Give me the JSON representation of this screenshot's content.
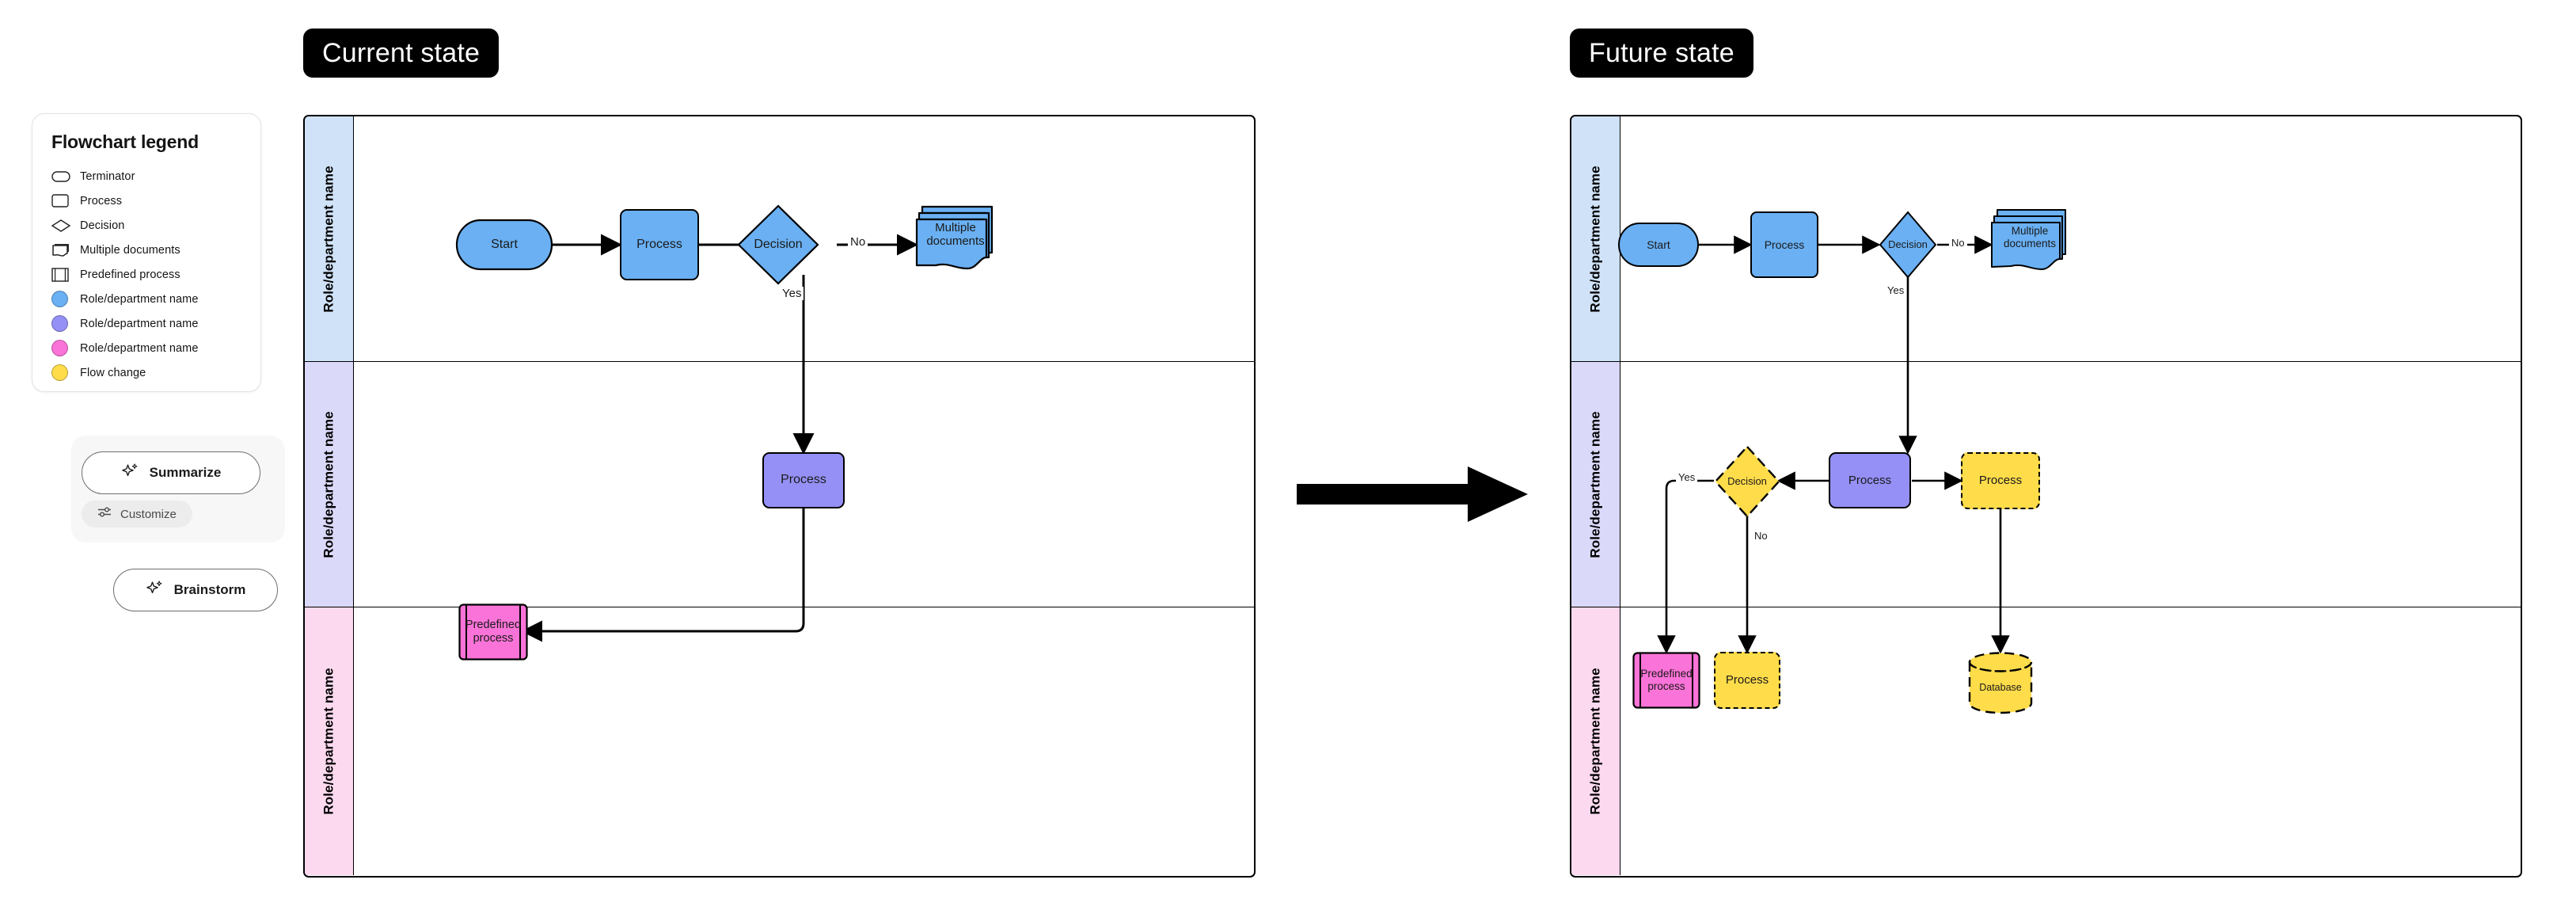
{
  "legend": {
    "title": "Flowchart legend",
    "items": [
      {
        "icon": "terminator-shape-icon",
        "label": "Terminator"
      },
      {
        "icon": "process-shape-icon",
        "label": "Process"
      },
      {
        "icon": "decision-shape-icon",
        "label": "Decision"
      },
      {
        "icon": "multiple-documents-shape-icon",
        "label": "Multiple documents"
      },
      {
        "icon": "predefined-process-shape-icon",
        "label": "Predefined process"
      },
      {
        "icon": "color-swatch-blue-icon",
        "label": "Role/department name",
        "color": "#6ab0f3"
      },
      {
        "icon": "color-swatch-purple-icon",
        "label": "Role/department name",
        "color": "#9590f5"
      },
      {
        "icon": "color-swatch-pink-icon",
        "label": "Role/department name",
        "color": "#fa73d8"
      },
      {
        "icon": "color-swatch-yellow-icon",
        "label": "Flow change",
        "color": "#ffdc4a"
      }
    ]
  },
  "ai_tools": {
    "summarize_label": "Summarize",
    "customize_label": "Customize",
    "brainstorm_label": "Brainstorm"
  },
  "transition_arrow": {
    "name": "current-to-future-arrow"
  },
  "panels": [
    {
      "id": "current",
      "title": "Current state",
      "lanes": [
        {
          "label": "Role/department name",
          "color": "#cfe2f8"
        },
        {
          "label": "Role/department name",
          "color": "#dbd9f9"
        },
        {
          "label": "Role/department name",
          "color": "#fcd9ef"
        }
      ],
      "nodes": [
        {
          "id": "c-start",
          "type": "terminator",
          "label": "Start",
          "fill": "#6ab0f3",
          "dashed": false
        },
        {
          "id": "c-proc1",
          "type": "process",
          "label": "Process",
          "fill": "#6ab0f3",
          "dashed": false
        },
        {
          "id": "c-dec",
          "type": "decision",
          "label": "Decision",
          "fill": "#6ab0f3",
          "dashed": false
        },
        {
          "id": "c-docs",
          "type": "multidocs",
          "label": "Multiple documents",
          "fill": "#6ab0f3",
          "dashed": false
        },
        {
          "id": "c-proc2",
          "type": "process",
          "label": "Process",
          "fill": "#9590f5",
          "dashed": false
        },
        {
          "id": "c-pre",
          "type": "predefined",
          "label": "Predefined process",
          "fill": "#fa73d8",
          "dashed": false
        }
      ],
      "edge_labels": [
        "No",
        "Yes"
      ]
    },
    {
      "id": "future",
      "title": "Future state",
      "lanes": [
        {
          "label": "Role/department name",
          "color": "#cfe2f8"
        },
        {
          "label": "Role/department name",
          "color": "#dbd9f9"
        },
        {
          "label": "Role/department name",
          "color": "#fcd9ef"
        }
      ],
      "nodes": [
        {
          "id": "f-start",
          "type": "terminator",
          "label": "Start",
          "fill": "#6ab0f3",
          "dashed": false
        },
        {
          "id": "f-proc1",
          "type": "process",
          "label": "Process",
          "fill": "#6ab0f3",
          "dashed": false
        },
        {
          "id": "f-dec1",
          "type": "decision",
          "label": "Decision",
          "fill": "#6ab0f3",
          "dashed": false
        },
        {
          "id": "f-docs",
          "type": "multidocs",
          "label": "Multiple documents",
          "fill": "#6ab0f3",
          "dashed": false
        },
        {
          "id": "f-dec2",
          "type": "decision",
          "label": "Decision",
          "fill": "#ffdc4a",
          "dashed": true
        },
        {
          "id": "f-proc2",
          "type": "process",
          "label": "Process",
          "fill": "#9590f5",
          "dashed": false
        },
        {
          "id": "f-proc3",
          "type": "process",
          "label": "Process",
          "fill": "#ffdc4a",
          "dashed": true
        },
        {
          "id": "f-pre",
          "type": "predefined",
          "label": "Predefined process",
          "fill": "#fa73d8",
          "dashed": false
        },
        {
          "id": "f-proc4",
          "type": "process",
          "label": "Process",
          "fill": "#ffdc4a",
          "dashed": true
        },
        {
          "id": "f-db",
          "type": "database",
          "label": "Database",
          "fill": "#ffdc4a",
          "dashed": true
        }
      ],
      "edge_labels": [
        "No",
        "Yes",
        "Yes",
        "No"
      ]
    }
  ]
}
